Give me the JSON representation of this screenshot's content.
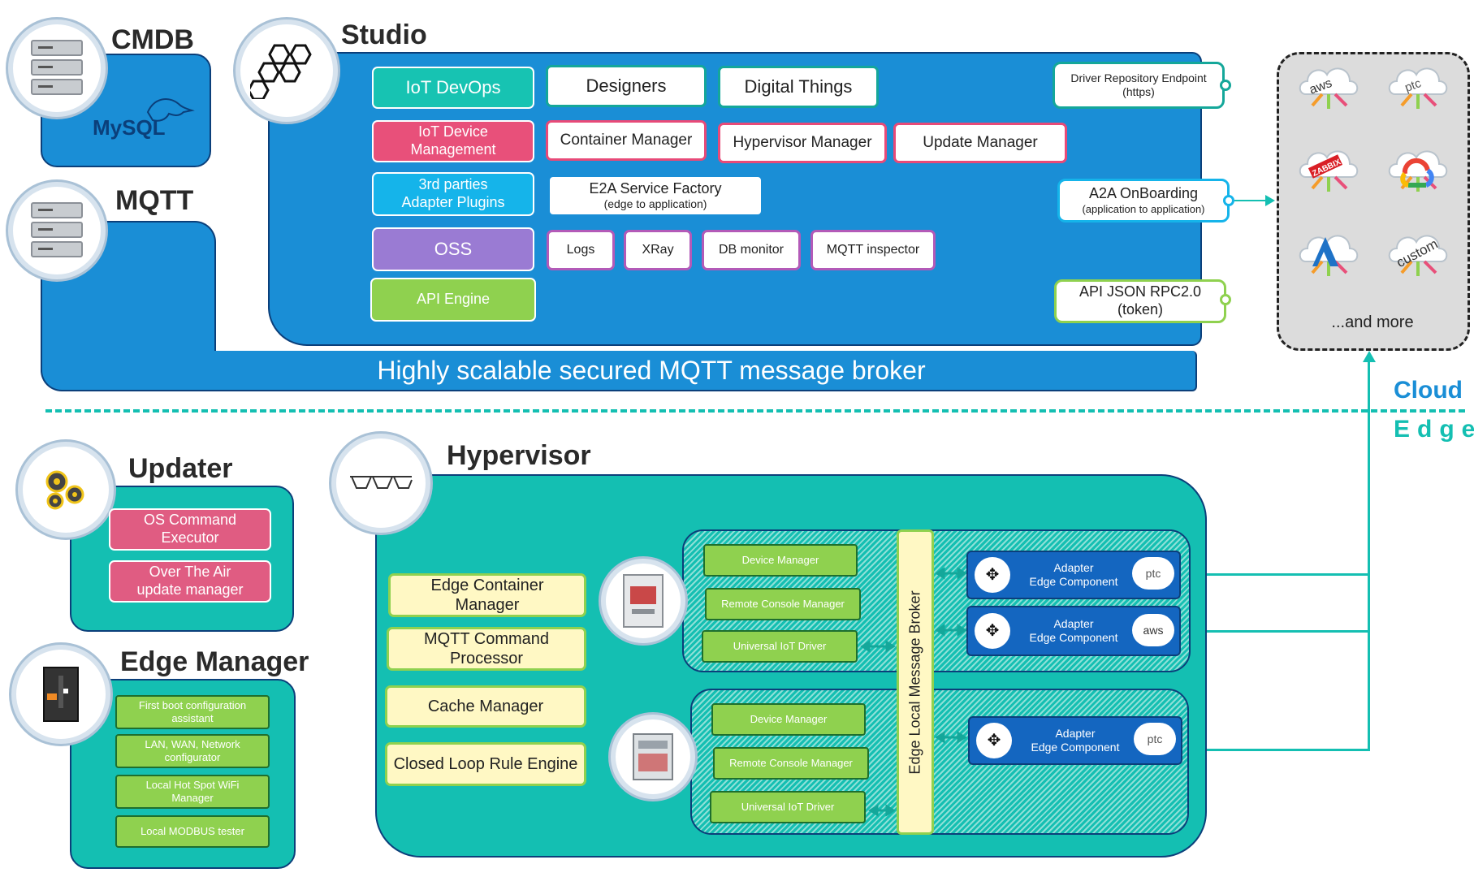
{
  "cmdb": {
    "title": "CMDB",
    "logo": "MySQL"
  },
  "mqtt": {
    "title": "MQTT",
    "broker": "Highly scalable secured MQTT message broker"
  },
  "studio": {
    "title": "Studio",
    "iot_devops": "IoT DevOps",
    "designers": "Designers",
    "digital_things": "Digital Things",
    "iot_device_mgmt": "IoT Device\nManagement",
    "container_manager": "Container Manager",
    "hypervisor_manager": "Hypervisor Manager",
    "update_manager": "Update Manager",
    "third_parties": "3rd parties\nAdapter Plugins",
    "e2a_title": "E2A Service Factory",
    "e2a_sub": "(edge to application)",
    "oss": "OSS",
    "logs": "Logs",
    "xray": "XRay",
    "db_monitor": "DB monitor",
    "mqtt_inspector": "MQTT inspector",
    "api_engine": "API Engine"
  },
  "endpoints": {
    "driver_repo_title": "Driver Repository Endpoint",
    "driver_repo_sub": "(https)",
    "a2a_title": "A2A OnBoarding",
    "a2a_sub": "(application to application)",
    "api_json_title": "API JSON RPC2.0",
    "api_json_sub": "(token)"
  },
  "cloud_providers": {
    "items": [
      "aws",
      "ptc",
      "ZABBIX",
      "google-cloud",
      "azure",
      "custom"
    ],
    "more": "...and more"
  },
  "divider": {
    "cloud": "Cloud",
    "edge": "Edge"
  },
  "updater": {
    "title": "Updater",
    "os_command": "OS Command\nExecutor",
    "ota": "Over The Air\nupdate manager"
  },
  "edge_manager": {
    "title": "Edge Manager",
    "items": [
      "First boot configuration\nassistant",
      "LAN, WAN, Network\nconfigurator",
      "Local Hot Spot WiFi\nManager",
      "Local MODBUS tester"
    ]
  },
  "hypervisor": {
    "title": "Hypervisor",
    "edge_container": "Edge Container\nManager",
    "mqtt_cmd": "MQTT Command\nProcessor",
    "cache": "Cache Manager",
    "closed_loop": "Closed Loop Rule Engine",
    "device_manager": "Device Manager",
    "remote_console": "Remote Console Manager",
    "universal_driver": "Universal IoT Driver",
    "edge_broker": "Edge Local Message Broker",
    "adapter": "Adapter\nEdge Component",
    "adapter_logos": [
      "ptc",
      "aws",
      "ptc"
    ]
  },
  "colors": {
    "blue": "#1a8ed6",
    "teal": "#14bfb2",
    "navy": "#0b3f7a",
    "green": "#8fd14f",
    "pink": "#e8507a",
    "purple": "#9a7bd3"
  }
}
